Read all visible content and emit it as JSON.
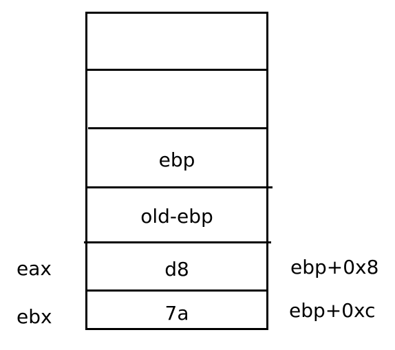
{
  "stack": {
    "cells": [
      {
        "label": ""
      },
      {
        "label": ""
      },
      {
        "label": "ebp"
      },
      {
        "label": "old-ebp"
      },
      {
        "label": "d8"
      },
      {
        "label": "7a"
      }
    ]
  },
  "registers": {
    "left": [
      "eax",
      "ebx"
    ],
    "right": [
      "ebp+0x8",
      "ebp+0xc"
    ]
  }
}
